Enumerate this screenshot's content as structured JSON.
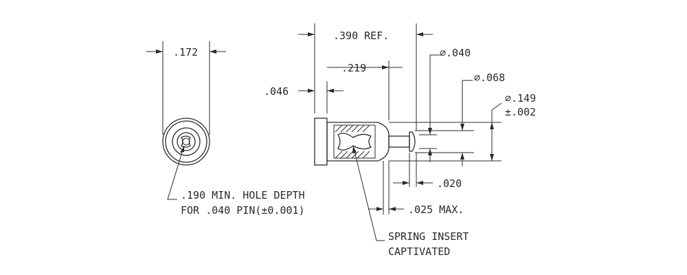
{
  "drawing": {
    "end_view": {
      "width_dim": ".172"
    },
    "side_view": {
      "overall_ref_dim": ".390 REF.",
      "body_length_dim": ".219",
      "flange_thickness_dim": ".046",
      "pin_dia_dim": "⌀.040",
      "pin_head_dia_dim": "⌀.068",
      "body_dia_dim": "⌀.149",
      "body_dia_tol": "±.002",
      "head_thickness_dim": ".020",
      "max_dim": ".025 MAX."
    },
    "notes": {
      "hole_depth_line1": ".190 MIN. HOLE DEPTH",
      "hole_depth_line2": "FOR .040 PIN(±0.001)",
      "spring_line1": "SPRING INSERT",
      "spring_line2": "CAPTIVATED"
    }
  }
}
